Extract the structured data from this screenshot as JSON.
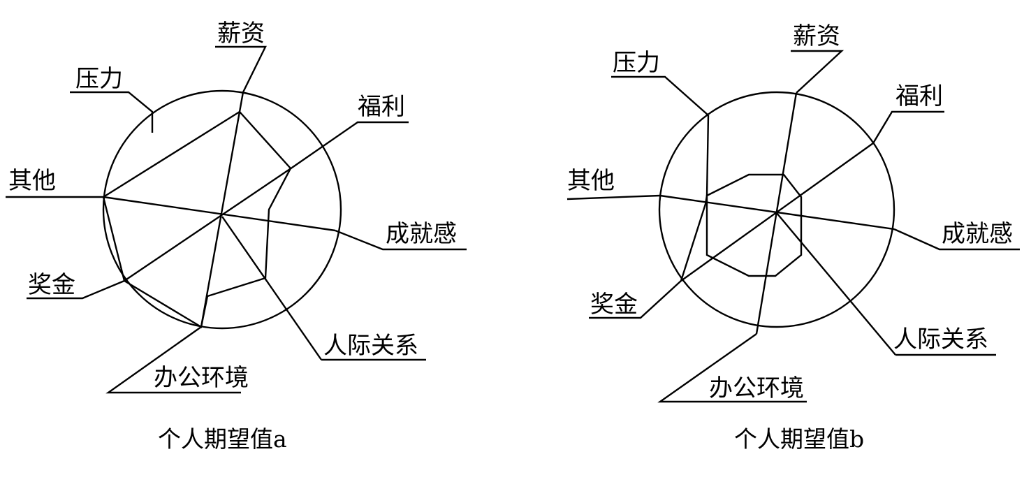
{
  "diagrams": [
    {
      "caption": "个人期望值a",
      "labels": {
        "salary": "薪资",
        "pressure": "压力",
        "welfare": "福利",
        "other": "其他",
        "achievement": "成就感",
        "bonus": "奖金",
        "relations": "人际关系",
        "office": "办公环境"
      }
    },
    {
      "caption": "个人期望值b",
      "labels": {
        "salary": "薪资",
        "pressure": "压力",
        "welfare": "福利",
        "other": "其他",
        "achievement": "成就感",
        "bonus": "奖金",
        "relations": "人际关系",
        "office": "办公环境"
      }
    }
  ]
}
